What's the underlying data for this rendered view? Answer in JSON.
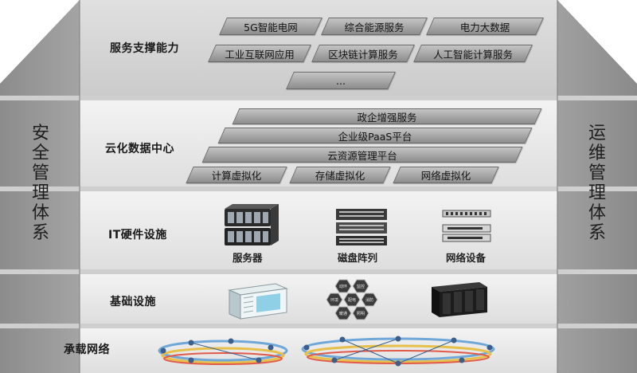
{
  "left_system": "安全管理体系",
  "right_system": "运维管理体系",
  "layers": {
    "service": {
      "label": "服务支撑能力",
      "items": [
        "5G智能电网",
        "综合能源服务",
        "电力大数据",
        "工业互联网应用",
        "区块链计算服务",
        "人工智能计算服务",
        "..."
      ]
    },
    "cloud": {
      "label": "云化数据中心",
      "items": [
        "政企增强服务",
        "企业级PaaS平台",
        "云资源管理平台",
        "计算虚拟化",
        "存储虚拟化",
        "网络虚拟化"
      ]
    },
    "it": {
      "label": "IT硬件设施",
      "items": [
        "服务器",
        "磁盘阵列",
        "网络设备"
      ]
    },
    "infra": {
      "label": "基础设施",
      "hex_labels": [
        "动环",
        "监控",
        "环境",
        "配电",
        "消防",
        "暖通",
        "照明"
      ]
    },
    "network": {
      "label": "承载网络"
    }
  },
  "colors": {
    "box_face": "#ececec",
    "service_face": "#d6d6d6",
    "side_panel": "#9a9a9a",
    "para_fill": "#a8a8a8"
  }
}
